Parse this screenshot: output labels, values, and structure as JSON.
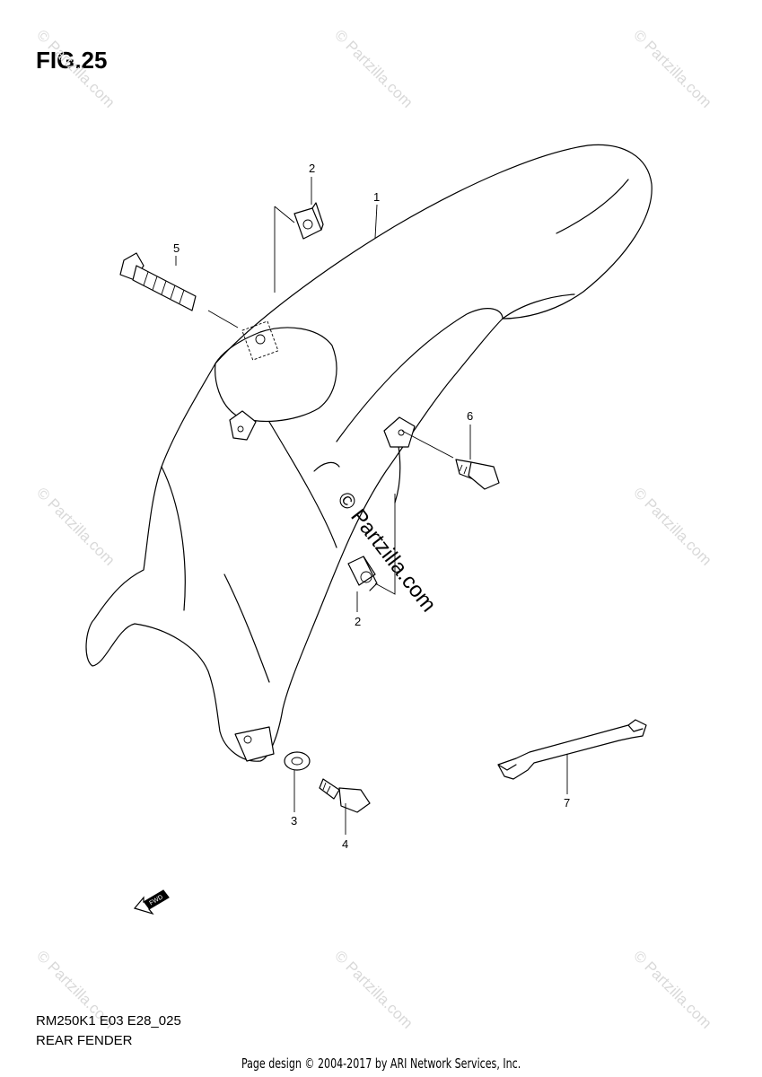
{
  "figure": {
    "title": "FIG.25",
    "model_code": "RM250K1 E03 E28_025",
    "section_name": "REAR FENDER"
  },
  "footer": {
    "credit": "Page design © 2004-2017 by ARI Network Services, Inc."
  },
  "watermark": {
    "text": "© Partzilla.com",
    "center_text": "© Partzilla.com"
  },
  "callouts": {
    "p1": "1",
    "p2_top": "2",
    "p2_bottom": "2",
    "p3": "3",
    "p4": "4",
    "p5": "5",
    "p6": "6",
    "p7": "7"
  },
  "fwd_label": "FWD",
  "colors": {
    "line": "#000000",
    "watermark": "#d9d9d9",
    "background": "#ffffff"
  }
}
